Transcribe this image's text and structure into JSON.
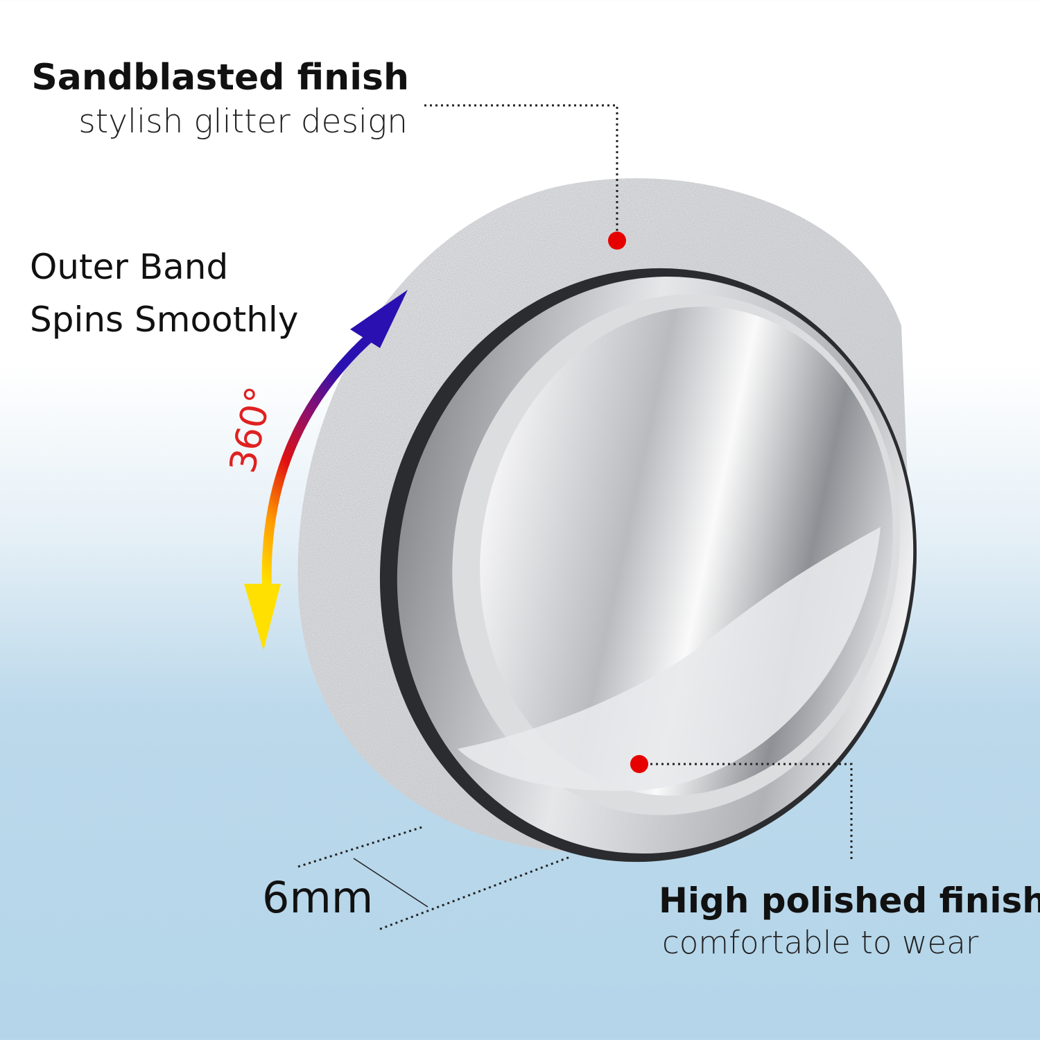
{
  "callouts": {
    "sandblasted": {
      "title": "Sandblasted finish",
      "subtitle": "stylish glitter design"
    },
    "spin": {
      "line1": "Outer Band",
      "line2": "Spins Smoothly",
      "rotation": "360°"
    },
    "width": {
      "label": "6mm"
    },
    "polished": {
      "title": "High polished finish",
      "subtitle": "comfortable to wear"
    }
  },
  "colors": {
    "marker": "#e60000",
    "rotation_text": "#e02020",
    "arrow_start": "#ffe600",
    "arrow_mid": "#e01010",
    "arrow_end": "#2a10b0"
  },
  "icons": {
    "rotation_arrow": "curved-double-arrow-icon",
    "marker": "red-dot-icon"
  }
}
